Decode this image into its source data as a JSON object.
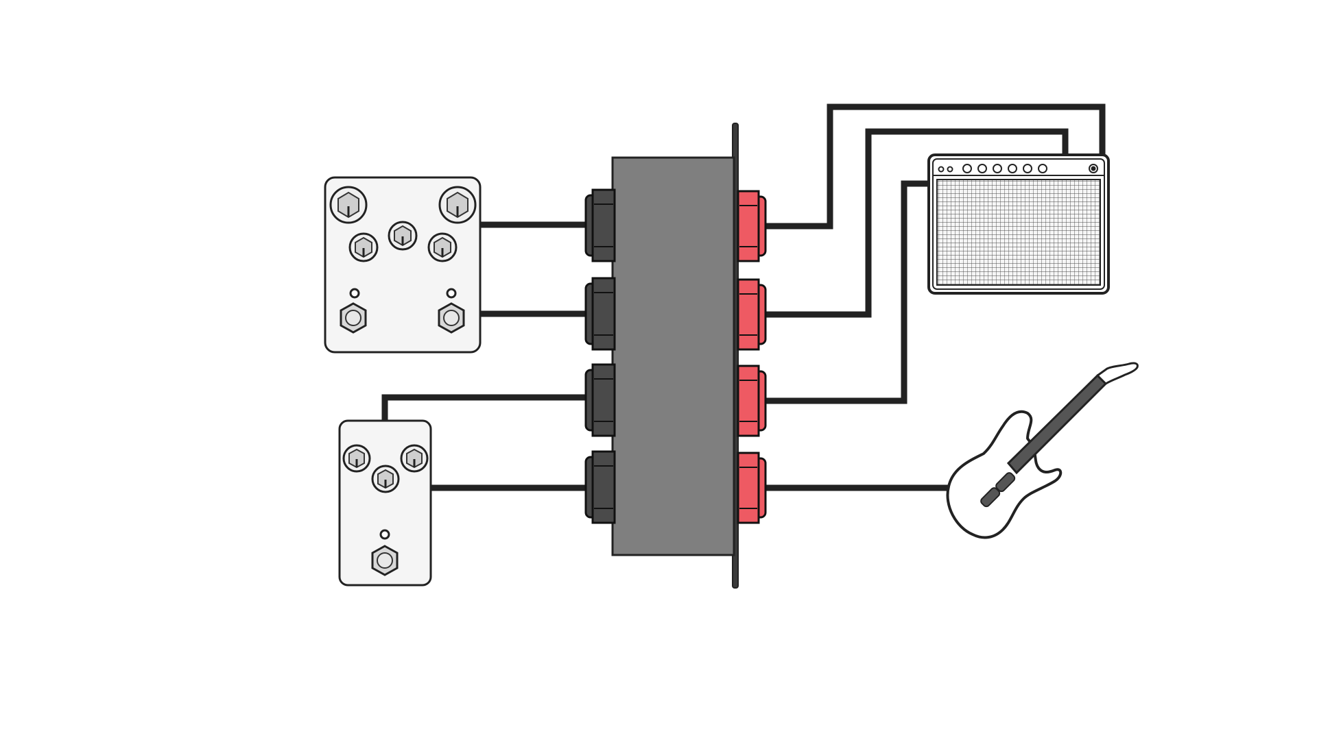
{
  "diagram": {
    "description_visible_text": [],
    "components": {
      "effects_pedal_large": {
        "icon": "dual-effects-pedal-icon",
        "knobs": 5,
        "footswitches": 2,
        "leds": 2
      },
      "effects_pedal_small": {
        "icon": "single-effects-pedal-icon",
        "knobs": 3,
        "footswitches": 1,
        "leds": 1
      },
      "patch_bay": {
        "icon": "patch-bay-icon",
        "input_jacks": 4,
        "output_jacks": 4
      },
      "amplifier": {
        "icon": "guitar-amp-icon",
        "knobs": 6
      },
      "guitar": {
        "icon": "electric-guitar-icon",
        "pickups": 2
      }
    },
    "colors": {
      "background": "#ffffff",
      "cable": "#222222",
      "patch_bay_body": "#7f7f7f",
      "input_jack": "#4a4a4a",
      "output_jack": "#ee5a63",
      "pedal_body": "#f5f5f5",
      "knob": "#cccccc"
    }
  }
}
